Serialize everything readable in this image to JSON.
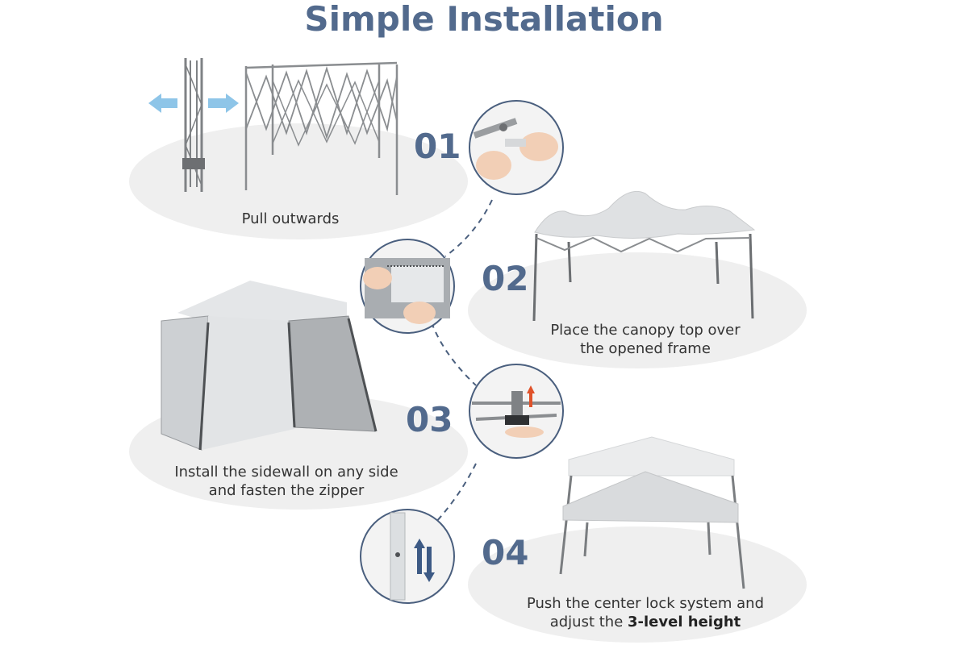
{
  "page": {
    "title": "Simple Installation"
  },
  "steps": [
    {
      "number": "01",
      "caption_line1": "Pull outwards",
      "caption_line2": ""
    },
    {
      "number": "02",
      "caption_line1": "Place the canopy top over",
      "caption_line2": "the opened frame"
    },
    {
      "number": "03",
      "caption_line1": "Install the sidewall on any side",
      "caption_line2": "and fasten the zipper"
    },
    {
      "number": "04",
      "caption_line1": "Push the center lock system and",
      "caption_line2_prefix": "adjust the ",
      "caption_line2_bold": "3-level height"
    }
  ],
  "icons": {
    "arrow_color": "#8ec5e8",
    "red_arrow_color": "#e0522a",
    "blue_arrow_color": "#3d5a85"
  },
  "colors": {
    "accent": "#526a8d",
    "ellipse": "#efefef",
    "frame": "#8a8a8a",
    "canopy": "#e4e6e8",
    "sidewall": "#c6c9cc"
  }
}
